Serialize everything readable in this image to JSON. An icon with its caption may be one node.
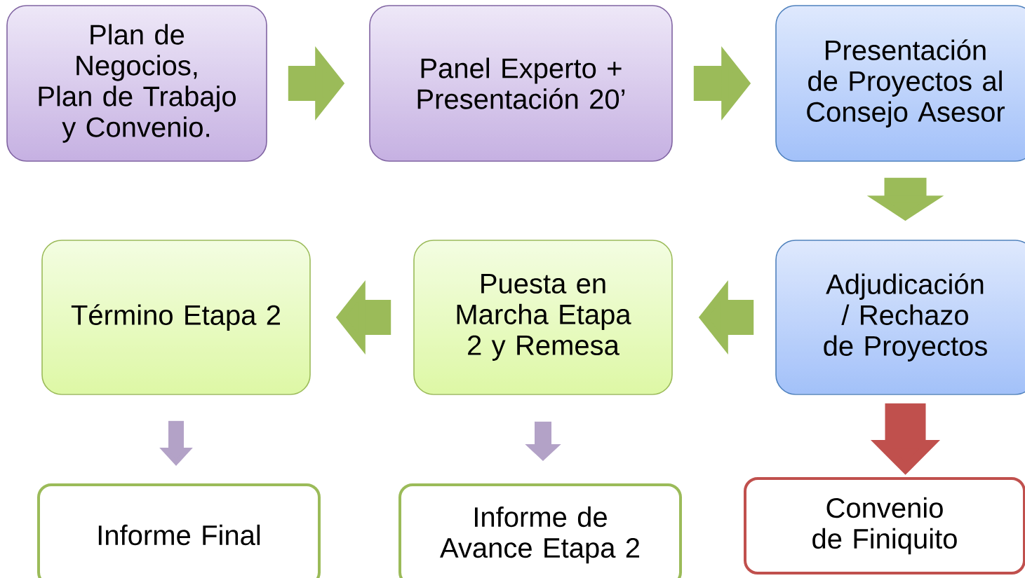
{
  "diagram": {
    "nodes": [
      {
        "text": [
          "Plan de Negocios, Plan de Trabajo y Convenio."
        ]
      },
      {
        "text": [
          "Panel Experto + Presentación 20’"
        ]
      },
      {
        "text": [
          "Presentación de Proyectos al Consejo Asesor"
        ]
      },
      {
        "text": [
          "Término Etapa 2"
        ]
      },
      {
        "text": [
          "Puesta en Marcha Etapa 2 y Remesa"
        ]
      },
      {
        "text": [
          "Adjudicación / Rechazo de Proyectos"
        ]
      },
      {
        "text": [
          "Informe Final"
        ]
      },
      {
        "text": [
          "Informe de Avance Etapa 2"
        ]
      },
      {
        "text": [
          "Convenio de Finiquito"
        ]
      }
    ],
    "edges": [
      {
        "from": 0,
        "to": 1,
        "arrow": "to"
      },
      {
        "from": 1,
        "to": 2,
        "arrow": "to"
      },
      {
        "from": 2,
        "to": 5,
        "arrow": "to"
      },
      {
        "from": 5,
        "to": 4,
        "arrow": "to"
      },
      {
        "from": 4,
        "to": 3,
        "arrow": "to"
      },
      {
        "from": 3,
        "to": 6,
        "arrow": "to",
        "color": "#b3a2c7"
      },
      {
        "from": 4,
        "to": 7,
        "arrow": "to",
        "color": "#b3a2c7"
      },
      {
        "from": 5,
        "to": 8,
        "arrow": "to",
        "color": "#c0504d"
      }
    ]
  }
}
